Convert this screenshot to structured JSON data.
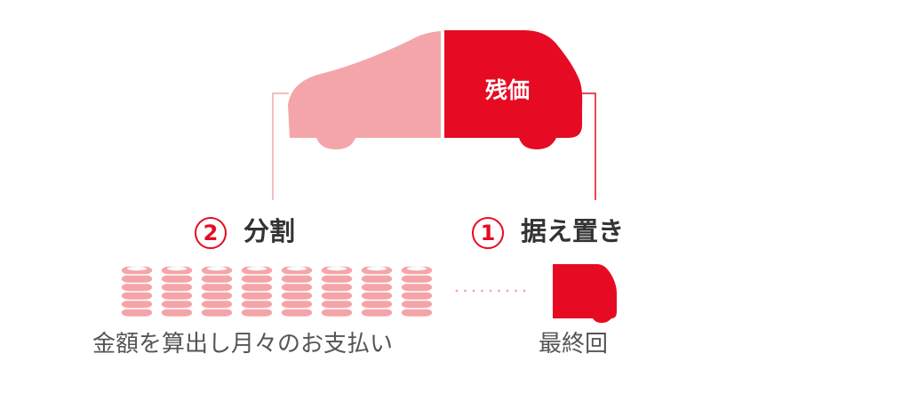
{
  "colors": {
    "accent": "#e60b22",
    "light": "#f4a5aa",
    "text": "#555555",
    "heading": "#333333"
  },
  "car": {
    "residual_label": "残価"
  },
  "steps": [
    {
      "number": "2",
      "label": "分割",
      "description": "金額を算出し月々のお支払い"
    },
    {
      "number": "1",
      "label": "据え置き",
      "description": "最終回"
    }
  ],
  "coin_stacks": 8
}
